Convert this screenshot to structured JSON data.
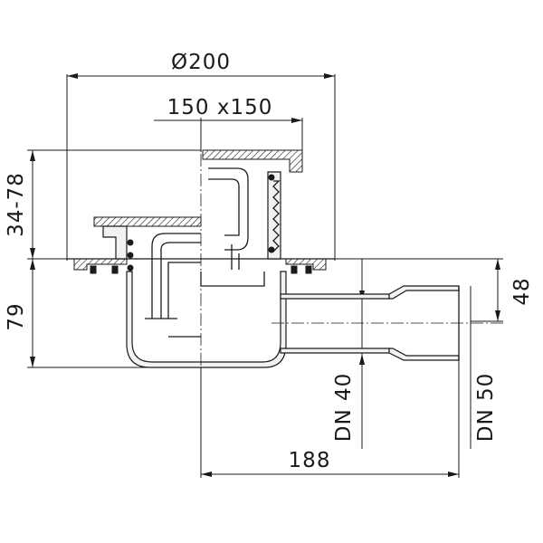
{
  "dimensions": {
    "grate_diameter": "Ø200",
    "grate_square": "150 x150",
    "height_range": "34-78",
    "body_height": "79",
    "outlet_height": "48",
    "length": "188",
    "outlet_small": "DN 40",
    "outlet_large": "DN 50"
  }
}
